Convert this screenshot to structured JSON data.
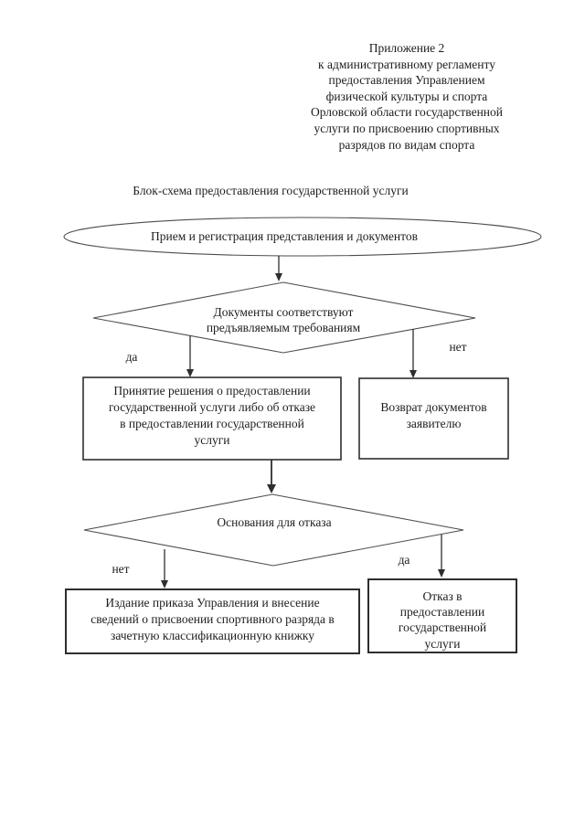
{
  "document": {
    "appendix_lines": [
      "Приложение 2",
      "к административному регламенту",
      "предоставления Управлением",
      "физической культуры и спорта",
      "Орловской области государственной",
      "услуги по присвоению спортивных",
      "разрядов по видам спорта"
    ],
    "title": "Блок-схема предоставления государственной услуги"
  },
  "flowchart": {
    "start_label": "Прием и регистрация представления и документов",
    "decision_documents": {
      "lines": [
        "Документы соответствуют",
        "предъявляемым требованиям"
      ],
      "yes_label": "да",
      "no_label": "нет"
    },
    "box_decision": {
      "lines": [
        "Принятие решения о предоставлении",
        "государственной услуги либо об отказе",
        "в предоставлении государственной",
        "услуги"
      ]
    },
    "box_return": {
      "lines": [
        "Возврат документов",
        "заявителю"
      ]
    },
    "decision_refusal": {
      "label": "Основания для отказа",
      "no_label": "нет",
      "yes_label": "да"
    },
    "box_order": {
      "lines": [
        "Издание приказа Управления и внесение",
        "сведений о присвоении спортивного разряда в",
        "зачетную классификационную книжку"
      ]
    },
    "box_refuse": {
      "lines": [
        "Отказ в",
        "предоставлении",
        "государственной",
        "услуги"
      ]
    }
  },
  "colors": {
    "ink": "#1d1d1d",
    "stroke_thin": "#4d4d4d",
    "stroke_box": "#2e2e2e",
    "page_background": "#ffffff"
  }
}
